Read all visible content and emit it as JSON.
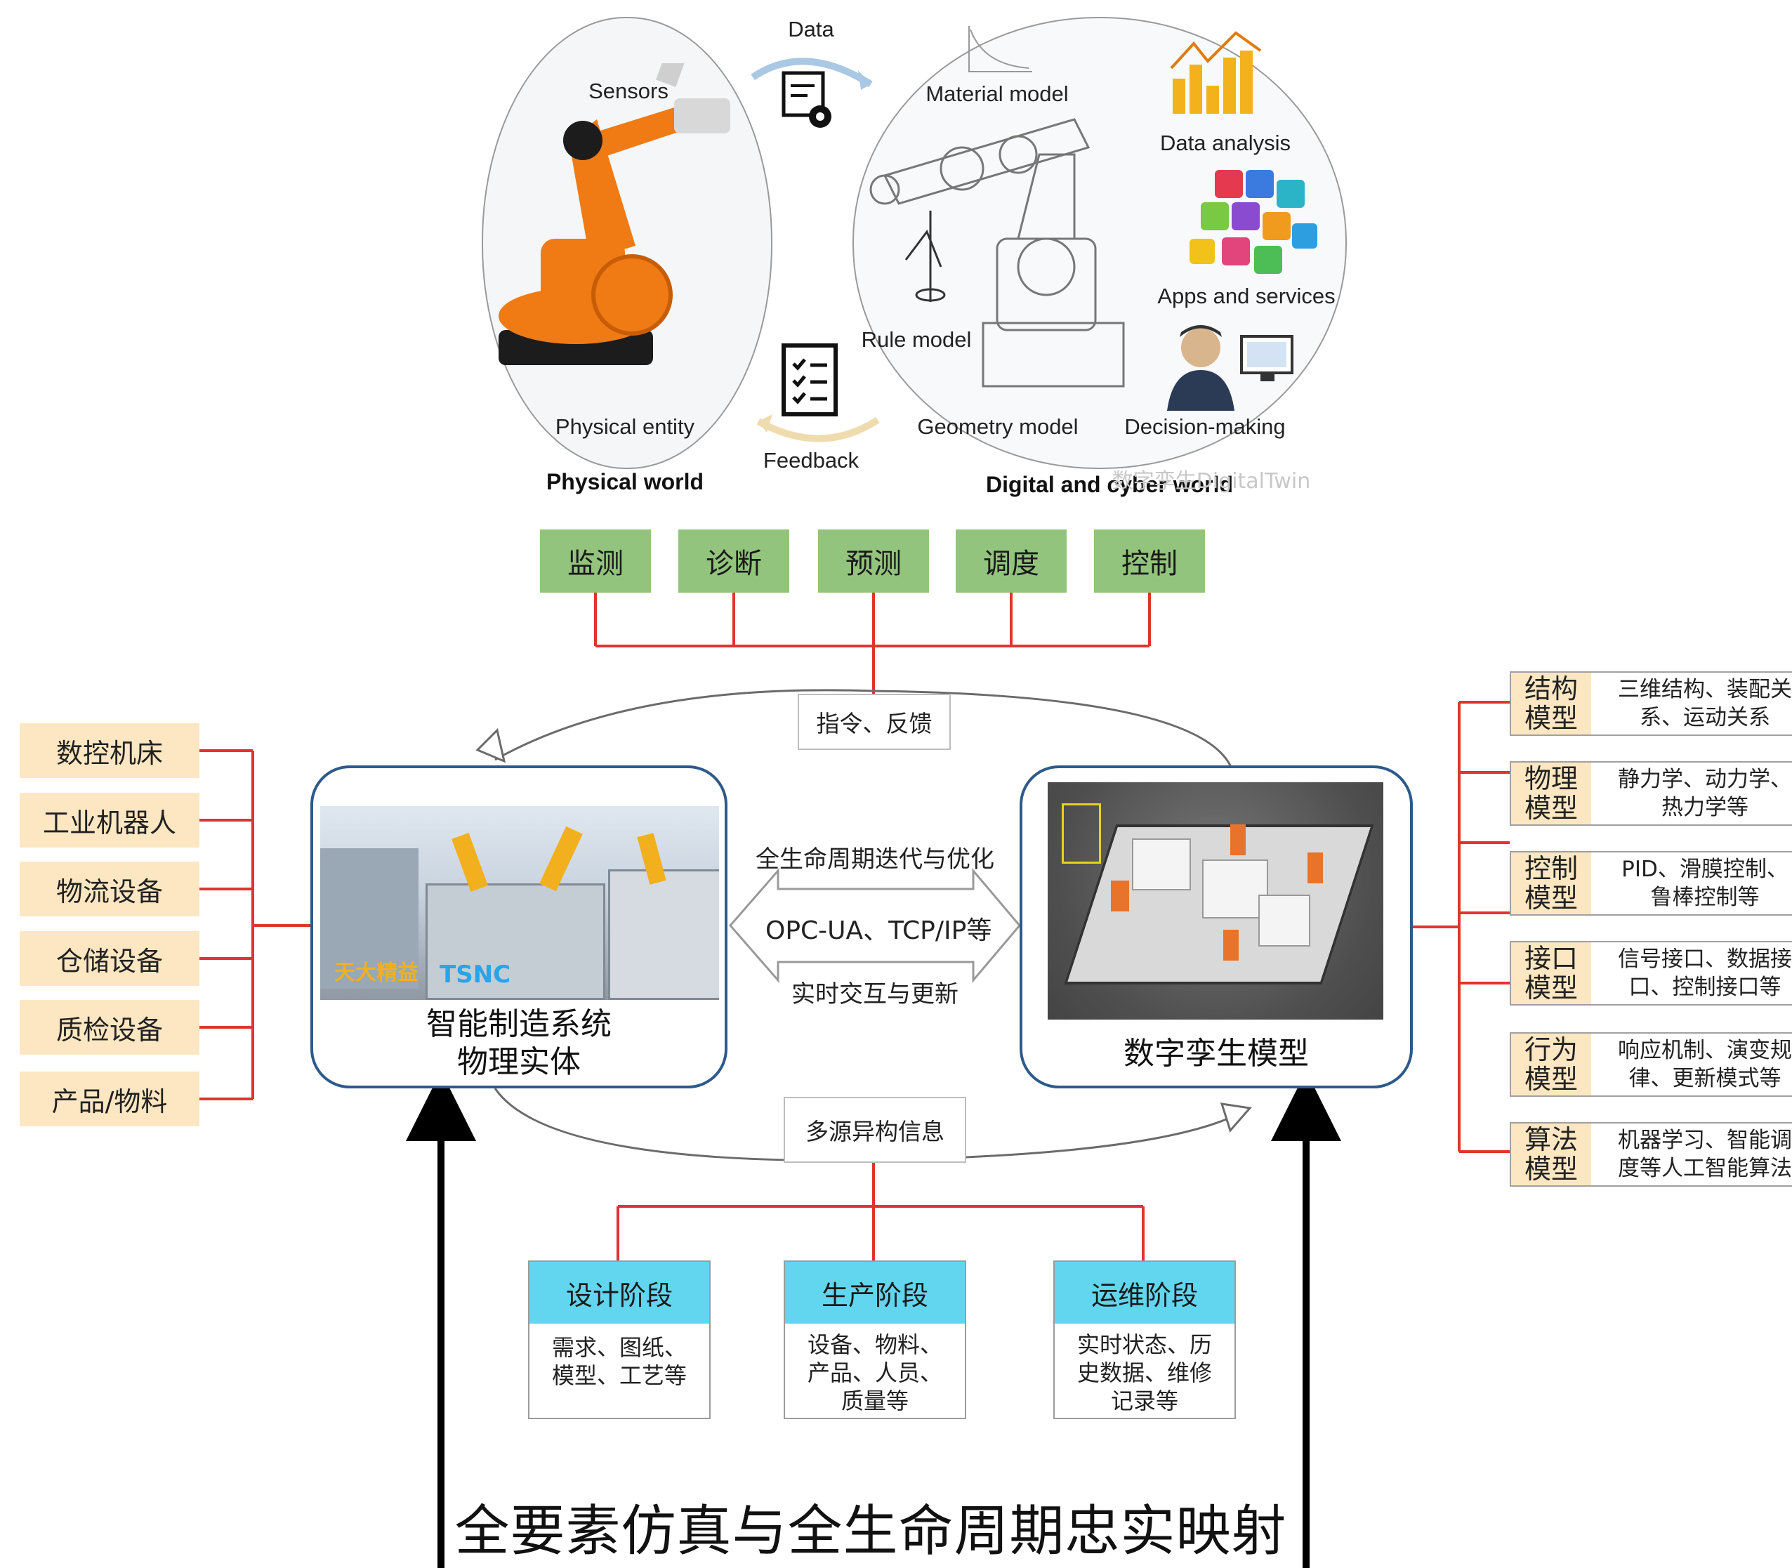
{
  "top": {
    "data": "Data",
    "sensors": "Sensors",
    "physical_entity": "Physical entity",
    "physical_world": "Physical world",
    "feedback": "Feedback",
    "material_model": "Material model",
    "rule_model": "Rule model",
    "geometry_model": "Geometry model",
    "data_analysis": "Data analysis",
    "apps_services": "Apps and services",
    "decision_making": "Decision-making",
    "cyber_world": "Digital and cyber world",
    "watermark": "数字孪生DigitalTwin"
  },
  "functions": [
    "监测",
    "诊断",
    "预测",
    "调度",
    "控制"
  ],
  "instructions_label": "指令、反馈",
  "devices": [
    "数控机床",
    "工业机器人",
    "物流设备",
    "仓储设备",
    "质检设备",
    "产品/物料"
  ],
  "physical": {
    "title_line1": "智能制造系统",
    "title_line2": "物理实体",
    "logo_text1": "天大精益",
    "logo_text2": "TSNC"
  },
  "digital": {
    "title": "数字孪生模型"
  },
  "center": {
    "lifecycle": "全生命周期迭代与优化",
    "protocol": "OPC-UA、TCP/IP等",
    "realtime": "实时交互与更新"
  },
  "multisource_label": "多源异构信息",
  "stages": [
    {
      "title": "设计阶段",
      "lines": [
        "需求、图纸、",
        "模型、工艺等"
      ]
    },
    {
      "title": "生产阶段",
      "lines": [
        "设备、物料、",
        "产品、人员、",
        "质量等"
      ]
    },
    {
      "title": "运维阶段",
      "lines": [
        "实时状态、历",
        "史数据、维修",
        "记录等"
      ]
    }
  ],
  "models": [
    {
      "name": [
        "结构",
        "模型"
      ],
      "desc": [
        "三维结构、装配关",
        "系、运动关系"
      ]
    },
    {
      "name": [
        "物理",
        "模型"
      ],
      "desc": [
        "静力学、动力学、",
        "热力学等"
      ]
    },
    {
      "name": [
        "控制",
        "模型"
      ],
      "desc": [
        "PID、滑膜控制、",
        "鲁棒控制等"
      ]
    },
    {
      "name": [
        "接口",
        "模型"
      ],
      "desc": [
        "信号接口、数据接",
        "口、控制接口等"
      ]
    },
    {
      "name": [
        "行为",
        "模型"
      ],
      "desc": [
        "响应机制、演变规",
        "律、更新模式等"
      ]
    },
    {
      "name": [
        "算法",
        "模型"
      ],
      "desc": [
        "机器学习、智能调",
        "度等人工智能算法"
      ]
    }
  ],
  "bottom_title": "全要素仿真与全生命周期忠实映射",
  "colors": {
    "line_red": "#e0342f",
    "frame_blue": "#2e5a8a",
    "func_green": "#93c47d",
    "stage_cyan": "#62d6ef",
    "device_peach": "#fde7c2",
    "robot_orange": "#f07a14"
  }
}
